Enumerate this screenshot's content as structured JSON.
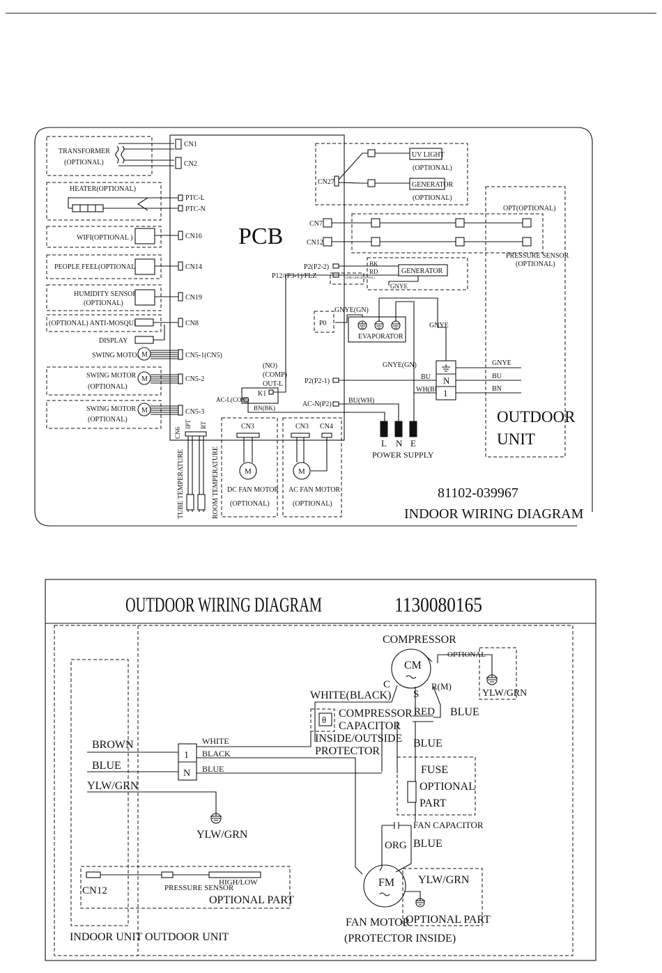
{
  "indoor": {
    "pcb": "PCB",
    "transformer": "TRANSFORMER",
    "transformer_opt": "(OPTIONAL)",
    "cn1": "CN1",
    "cn2": "CN2",
    "heater": "HEATER(OPTIONAL)",
    "ptc_l": "PTC-L",
    "ptc_n": "PTC-N",
    "wifi": "WIFI(OPTIONAL )",
    "cn16": "CN16",
    "people_feel": "PEOPLE FEEL(OPTIONAL)",
    "cn14": "CN14",
    "humidity": "HUMIDITY SENSOR",
    "humidity_opt": "(OPTIONAL)",
    "cn19": "CN19",
    "anti_mosquito": "(OPTIONAL) ANTI-MOSQUITO",
    "cn8": "CN8",
    "display": "DISPLAY",
    "swing1": "SWING MOTOR",
    "cn5_1": "CN5-1(CN5)",
    "swing2": "SWING MOTOR",
    "swing2_opt": "(OPTIONAL)",
    "cn5_2": "CN5-2",
    "swing3": "SWING MOTOR",
    "swing3_opt": "(OPTIONAL)",
    "cn5_3": "CN5-3",
    "m": "M",
    "cn6": "CN6",
    "ipt": "IPT",
    "rt": "RT",
    "tube_temp": "TUBE TEMPERATURE",
    "room_temp": "ROOM TEMPERATURE",
    "cn3_dc": "CN3",
    "dc_fan": "DC FAN MOTOR",
    "dc_fan_opt": "(OPTIONAL)",
    "cn3_ac": "CN3",
    "cn4": "CN4",
    "ac_fan": "AC FAN MOTOR",
    "ac_fan_opt": "(OPTIONAL)",
    "cn27": "CN27",
    "uv_light": "UV LIGHT",
    "uv_opt": "(OPTIONAL)",
    "generator1": "GENERATOR",
    "gen1_opt": "(OPTIONAL)",
    "cn7": "CN7",
    "cn12": "CN12",
    "opt_optional": "OPT(OPTIONAL)",
    "pressure_sensor": "PRESSURE SENSOR",
    "pressure_opt": "(OPTIONAL)",
    "p2_2": "P2(P2-2)",
    "p12": "P12/(P3-1)/FLZ",
    "bk": "BK",
    "rd": "RD",
    "generator2": "GENERATOR",
    "gnye_gen": "GNYE",
    "tiny_note": "(THE LINE OPTIONAL)",
    "gnye_gn": "GNYE(GN)",
    "p0": "P0",
    "evaporator": "EVAPORATOR",
    "gnye_right": "GNYE",
    "no_comp": "(NO)",
    "comp": "(COMP)",
    "out_l": "OUT-L",
    "k1": "K1",
    "ac_l": "AC-L(COM)",
    "bn_bk": "BN(BK)",
    "p2_1": "P2(P2-1)",
    "bu": "BU",
    "gnye_gn2": "GNYE(GN)",
    "wh_bn": "WH(BN)",
    "ac_n": "AC-N(P2)",
    "bu_wh": "BU(WH)",
    "term_n": "N",
    "term_1": "1",
    "out_gnye": "GNYE",
    "out_bu": "BU",
    "out_bn": "BN",
    "outdoor_unit_1": "OUTDOOR",
    "outdoor_unit_2": "UNIT",
    "l": "L",
    "n": "N",
    "e": "E",
    "power_supply": "POWER SUPPLY",
    "part_number": "81102-039967",
    "title": "INDOOR WIRING DIAGRAM"
  },
  "outdoor": {
    "title": "OUTDOOR WIRING DIAGRAM",
    "part_number": "1130080165",
    "compressor": "COMPRESSOR",
    "cm": "CM",
    "c": "C",
    "s": "S",
    "r": "R(M)",
    "optional": "OPTIONAL",
    "ylwgrn_top": "YLW/GRN",
    "white_black": "WHITE(BLACK)",
    "comp_cap_1": "COMPRESSOR",
    "comp_cap_2": "CAPACITOR",
    "red": "RED",
    "blue_r": "BLUE",
    "inside_outside": "INSIDE/OUTSIDE",
    "protector": "PROTECTOR",
    "theta": "θ",
    "brown": "BROWN",
    "blue": "BLUE",
    "ylwgrn": "YLW/GRN",
    "white": "WHITE",
    "black": "BLACK",
    "blue_small": "BLUE",
    "term_1": "1",
    "term_n": "N",
    "blue_mid": "BLUE",
    "fuse": "FUSE",
    "optional_part_f1": "OPTIONAL",
    "optional_part_f2": "PART",
    "ylwgrn_ground": "YLW/GRN",
    "fan_cap": "FAN CAPACITOR",
    "org": "ORG",
    "blue_fan": "BLUE",
    "cn12": "CN12",
    "pressure_sensor": "PRESSURE  SENSOR",
    "high_low": "HIGH/LOW",
    "optional_part": "OPTIONAL PART",
    "fm": "FM",
    "ylwgrn_fm": "YLW/GRN",
    "optional_part_fm": "OPTIONAL PART",
    "fan_motor": "FAN MOTOR",
    "protector_inside": "(PROTECTOR INSIDE)",
    "indoor_unit": "INDOOR UNIT",
    "outdoor_unit": "OUTDOOR UNIT"
  }
}
